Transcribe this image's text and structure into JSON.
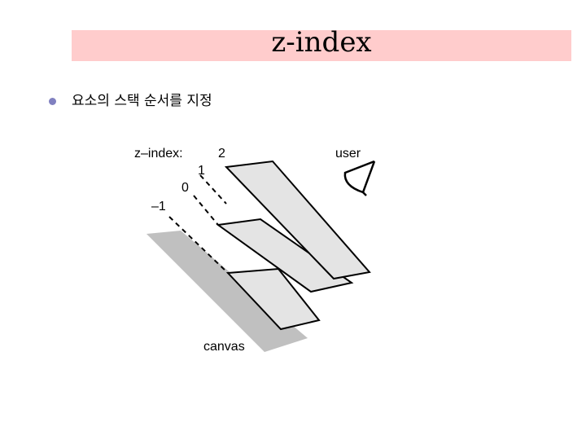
{
  "slide": {
    "title": "z-index",
    "bullets": [
      "요소의 스택 순서를 지정"
    ]
  },
  "diagram": {
    "labels": {
      "z_index": "z–index:",
      "level_2": "2",
      "level_1": "1",
      "level_0": "0",
      "level_minus1": "–1",
      "user": "user",
      "canvas": "canvas"
    }
  },
  "colors": {
    "title_bar": "#ffcccc",
    "bullet": "#8080c0",
    "canvas_fill": "#c0c0c0",
    "layer_fill": "#e4e4e4"
  }
}
